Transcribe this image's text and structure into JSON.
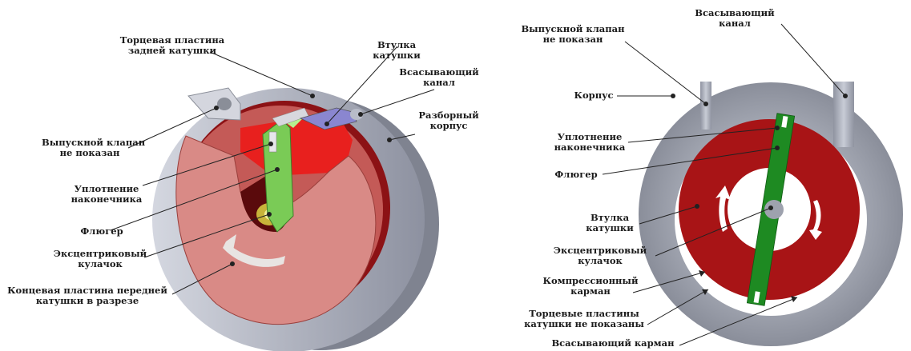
{
  "left": {
    "rear_end_plate": [
      "Торцевая пластина",
      "задней катушки"
    ],
    "rotor_hub": [
      "Втулка",
      "катушки"
    ],
    "suction_port": [
      "Всасывающий",
      "канал"
    ],
    "housing": [
      "Разборный",
      "корпус"
    ],
    "exhaust_valve": [
      "Выпускной клапан",
      "не показан"
    ],
    "tip_seal": [
      "Уплотнение",
      "наконечника"
    ],
    "vane": [
      "Флюгер"
    ],
    "eccentric_cam": [
      "Эксцентриковый",
      "кулачок"
    ],
    "front_end_plate": [
      "Концевая пластина передней",
      "катушки в разрезе"
    ]
  },
  "right": {
    "suction_port": [
      "Всасывающий",
      "канал"
    ],
    "exhaust_valve": [
      "Выпускной клапан",
      "не показан"
    ],
    "housing": [
      "Корпус"
    ],
    "tip_seal": [
      "Уплотнение",
      "наконечника"
    ],
    "vane": [
      "Флюгер"
    ],
    "rotor_hub": [
      "Втулка",
      "катушки"
    ],
    "eccentric_cam": [
      "Эксцентриковый",
      "кулачок"
    ],
    "compression_pocket": [
      "Компрессионный",
      "карман"
    ],
    "end_plates_note": [
      "Торцевые пластины",
      "катушки не показаны"
    ],
    "suction_pocket": [
      "Всасывающий карман"
    ]
  },
  "colors": {
    "housing_gray": "#b8bcc8",
    "rotor_red": "#a81416",
    "cut_pink": "#d98a86",
    "vane_green": "#1e8a22",
    "light_green": "#8ad36a",
    "leader": "#222222"
  }
}
